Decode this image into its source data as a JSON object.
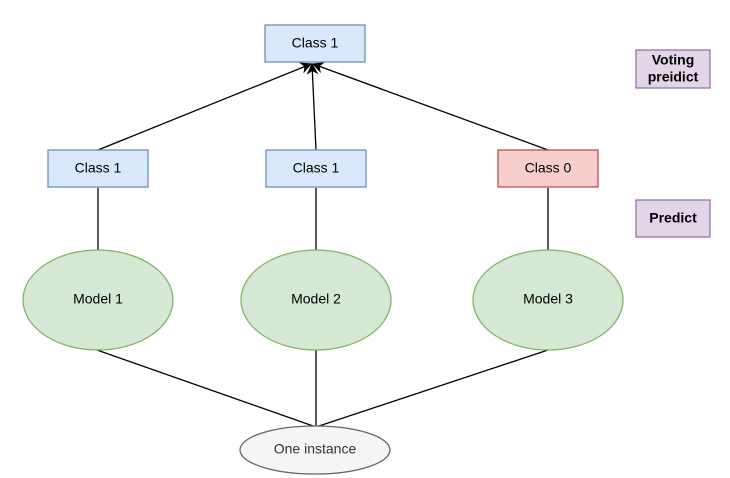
{
  "top_node": {
    "label": "Class 1"
  },
  "predictions": [
    {
      "label": "Class 1"
    },
    {
      "label": "Class 1"
    },
    {
      "label": "Class 0"
    }
  ],
  "models": [
    {
      "label": "Model 1"
    },
    {
      "label": "Model 2"
    },
    {
      "label": "Model 3"
    }
  ],
  "instance": {
    "label": "One instance"
  },
  "legend": {
    "voting_line1": "Voting",
    "voting_line2": "preidict",
    "predict": "Predict"
  },
  "colors": {
    "class_1_fill": "#dae8fc",
    "class_1_border": "#6c8ebf",
    "class_0_fill": "#f8cecc",
    "class_0_border": "#b85450",
    "model_fill": "#d5e8d4",
    "model_border": "#82b366",
    "instance_fill": "#f5f5f5",
    "instance_border": "#666666",
    "legend_fill": "#e1d5e7",
    "legend_border": "#9673a6"
  }
}
